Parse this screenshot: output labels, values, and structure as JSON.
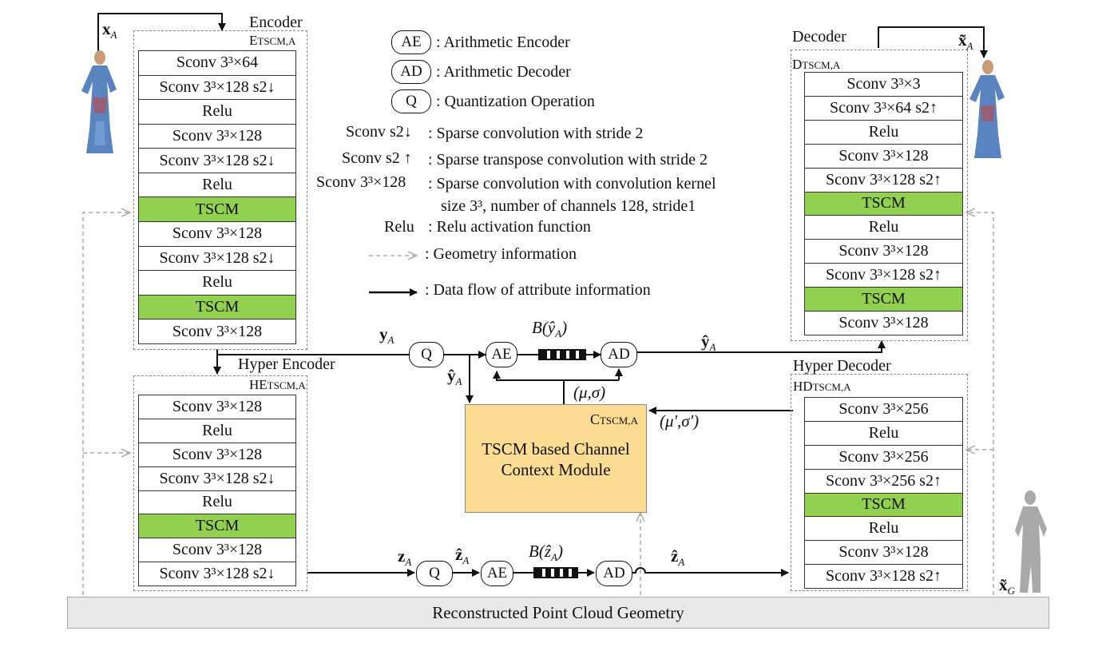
{
  "encoder": {
    "title": "Encoder",
    "name": "E",
    "name_sub": "TSCM,A",
    "layers": [
      {
        "label": "Sconv 3³×64",
        "tscm": false
      },
      {
        "label": "Sconv 3³×128 s2↓",
        "tscm": false
      },
      {
        "label": "Relu",
        "tscm": false
      },
      {
        "label": "Sconv 3³×128",
        "tscm": false
      },
      {
        "label": "Sconv 3³×128 s2↓",
        "tscm": false
      },
      {
        "label": "Relu",
        "tscm": false
      },
      {
        "label": "TSCM",
        "tscm": true
      },
      {
        "label": "Sconv 3³×128",
        "tscm": false
      },
      {
        "label": "Sconv 3³×128 s2↓",
        "tscm": false
      },
      {
        "label": "Relu",
        "tscm": false
      },
      {
        "label": "TSCM",
        "tscm": true
      },
      {
        "label": "Sconv 3³×128",
        "tscm": false
      }
    ]
  },
  "hyper_encoder": {
    "title": "Hyper Encoder",
    "name": "HE",
    "name_sub": "TSCM,A",
    "layers": [
      {
        "label": "Sconv 3³×128",
        "tscm": false
      },
      {
        "label": "Relu",
        "tscm": false
      },
      {
        "label": "Sconv 3³×128",
        "tscm": false
      },
      {
        "label": "Sconv 3³×128 s2↓",
        "tscm": false
      },
      {
        "label": "Relu",
        "tscm": false
      },
      {
        "label": "TSCM",
        "tscm": true
      },
      {
        "label": "Sconv 3³×128",
        "tscm": false
      },
      {
        "label": "Sconv 3³×128 s2↓",
        "tscm": false
      }
    ]
  },
  "decoder": {
    "title": "Decoder",
    "name": "D",
    "name_sub": "TSCM,A",
    "layers": [
      {
        "label": "Sconv 3³×3",
        "tscm": false
      },
      {
        "label": "Sconv 3³×64 s2↑",
        "tscm": false
      },
      {
        "label": "Relu",
        "tscm": false
      },
      {
        "label": "Sconv 3³×128",
        "tscm": false
      },
      {
        "label": "Sconv 3³×128 s2↑",
        "tscm": false
      },
      {
        "label": "TSCM",
        "tscm": true
      },
      {
        "label": "Relu",
        "tscm": false
      },
      {
        "label": "Sconv 3³×128",
        "tscm": false
      },
      {
        "label": "Sconv 3³×128 s2↑",
        "tscm": false
      },
      {
        "label": "TSCM",
        "tscm": true
      },
      {
        "label": "Sconv 3³×128",
        "tscm": false
      }
    ]
  },
  "hyper_decoder": {
    "title": "Hyper Decoder",
    "name": "HD",
    "name_sub": "TSCM,A",
    "layers": [
      {
        "label": "Sconv 3³×256",
        "tscm": false
      },
      {
        "label": "Relu",
        "tscm": false
      },
      {
        "label": "Sconv 3³×256",
        "tscm": false
      },
      {
        "label": "Sconv 3³×256 s2↑",
        "tscm": false
      },
      {
        "label": "TSCM",
        "tscm": true
      },
      {
        "label": "Relu",
        "tscm": false
      },
      {
        "label": "Sconv 3³×128",
        "tscm": false
      },
      {
        "label": "Sconv 3³×128 s2↑",
        "tscm": false
      }
    ]
  },
  "legend": {
    "ae_badge": "AE",
    "ae_text": ": Arithmetic Encoder",
    "ad_badge": "AD",
    "ad_text": ": Arithmetic Decoder",
    "q_badge": "Q",
    "q_text": ": Quantization Operation",
    "sconv_down_key": "Sconv s2↓",
    "sconv_down_text": ": Sparse convolution with stride 2",
    "sconv_up_key": "Sconv s2 ↑",
    "sconv_up_text": ": Sparse transpose convolution with stride 2",
    "sconv_kernel_key": "Sconv 3³×128",
    "sconv_kernel_text": ": Sparse convolution with convolution kernel",
    "sconv_kernel_text2": "size 3³, number of channels 128, stride1",
    "relu_key": "Relu",
    "relu_text": ": Relu activation function",
    "geometry_text": ": Geometry information",
    "dataflow_text": ": Data flow of attribute information"
  },
  "nodes": {
    "q_top": "Q",
    "ae_top": "AE",
    "ad_top": "AD",
    "q_bottom": "Q",
    "ae_bottom": "AE",
    "ad_bottom": "AD"
  },
  "context": {
    "name": "C",
    "name_sub": "TSCM,A",
    "line1": "TSCM based Channel",
    "line2": "Context Module"
  },
  "math": {
    "x_a": "x",
    "sub_a": "A",
    "y_a": "y",
    "y_hat": "ŷ",
    "z_a": "z",
    "z_hat": "ẑ",
    "x_tilde": "x̃",
    "x_tilde_g": "x̃",
    "sub_g": "G",
    "b_y": "B(ŷ",
    "b_y_close": ")",
    "b_z": "B(ẑ",
    "b_z_close": ")",
    "mu_sigma": "(μ,σ)",
    "mu_sigma_prime": "(μ',σ')"
  },
  "geometry_bar": "Reconstructed Point Cloud Geometry",
  "colors": {
    "tscm": "#92d050",
    "context": "#fcdc92",
    "geometry_arrow": "#aaaaaa",
    "geometry_bar": "#e8e8e8"
  }
}
